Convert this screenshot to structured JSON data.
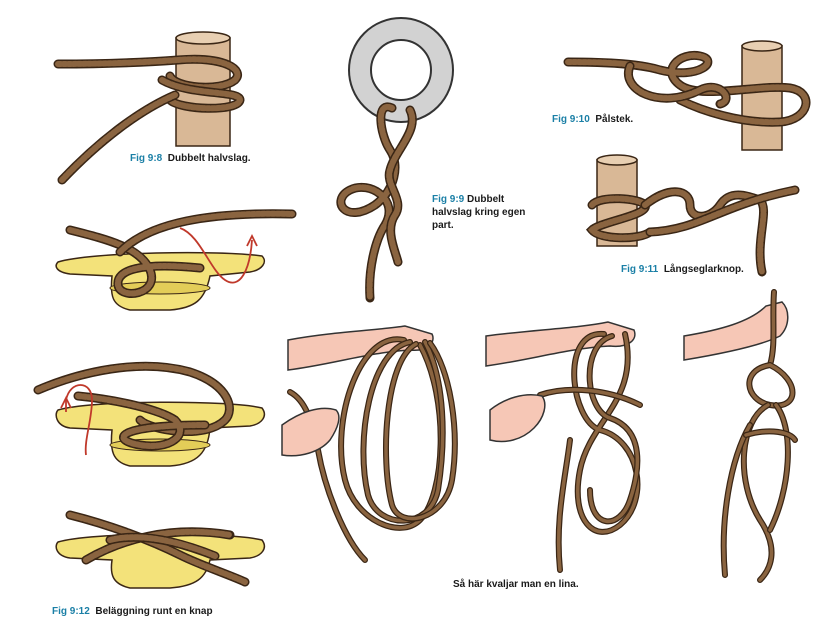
{
  "captions": {
    "fig_9_8": {
      "number": "Fig 9:8",
      "text": "Dubbelt halvslag."
    },
    "fig_9_9": {
      "number": "Fig 9:9",
      "text": "Dubbelt halvslag kring egen part."
    },
    "fig_9_10": {
      "number": "Fig 9:10",
      "text": "Pålstek."
    },
    "fig_9_11": {
      "number": "Fig 9:11",
      "text": "Långseglarknop."
    },
    "fig_9_12": {
      "number": "Fig 9:12",
      "text": "Beläggning runt en knap"
    },
    "coiling": {
      "text": "Så här kvaljar man en lina."
    }
  },
  "colors": {
    "rope": "#8a6440",
    "rope_outline": "#3a2615",
    "post": "#d9b896",
    "cleat": "#f3e27a",
    "ring": "#c9c9c9",
    "skin": "#f6c7b6",
    "arrow": "#c0392b",
    "caption_blue": "#1a7fa6"
  }
}
